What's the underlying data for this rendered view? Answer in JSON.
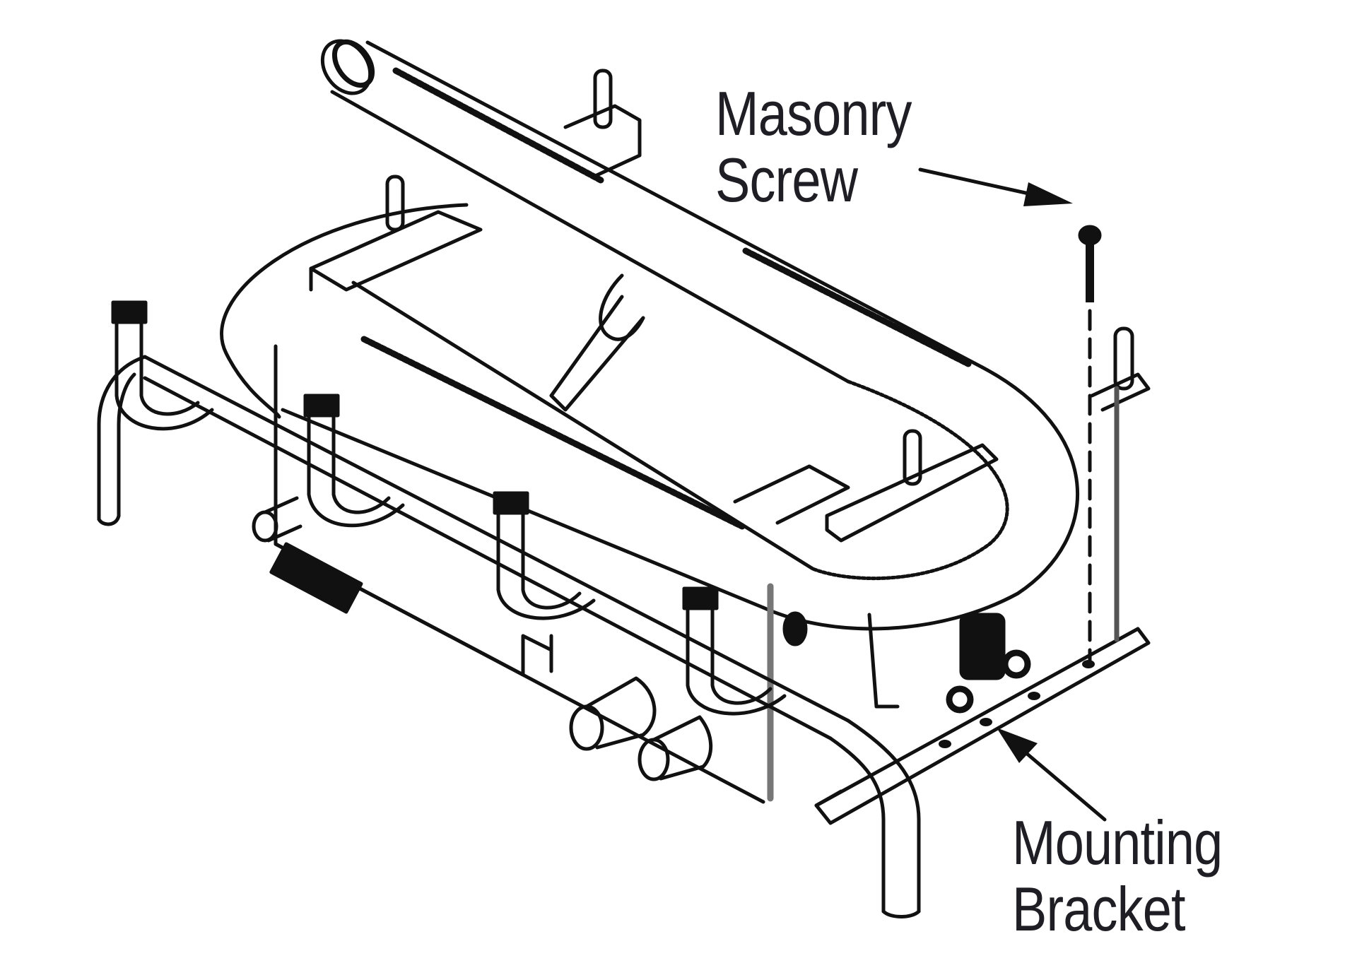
{
  "figure": {
    "subject": "Gas log burner assembly with grate, shown in isometric line drawing",
    "background_color": "#ffffff",
    "line_color": "#111111",
    "text_color": "#1e1e24"
  },
  "callouts": [
    {
      "id": "masonry-screw",
      "lines": [
        "Masonry",
        "Screw"
      ],
      "points_to": "screw above mounting bracket post"
    },
    {
      "id": "mounting-bracket",
      "lines": [
        "Mounting",
        "Bracket"
      ],
      "points_to": "flat mounting bracket with holes"
    }
  ],
  "parts_depicted": [
    "burner tube (U-shaped)",
    "grate rail with J-hook supports",
    "burner base box",
    "gas valve inlets",
    "mounting bracket",
    "masonry screw",
    "log support posts"
  ]
}
